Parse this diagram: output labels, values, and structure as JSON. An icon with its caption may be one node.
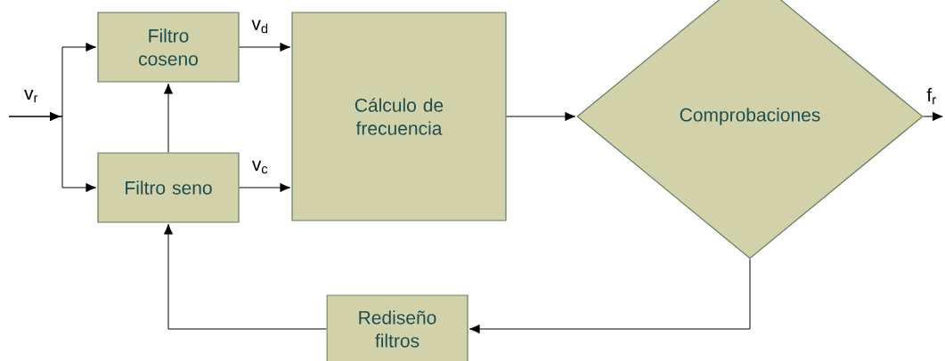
{
  "diagram": {
    "nodes": [
      {
        "text": [
          "Filtro coseno"
        ]
      },
      {
        "text": [
          "Filtro seno"
        ]
      },
      {
        "text": [
          "Cálculo de frecuencia"
        ]
      },
      {
        "text": [
          "Comprobaciones"
        ]
      },
      {
        "text": [
          "Rediseño filtros"
        ]
      }
    ],
    "edges": [
      {
        "from": null,
        "to": 0,
        "arrow": "to",
        "label": "v$_{r}$"
      },
      {
        "from": null,
        "to": 1,
        "arrow": "to"
      },
      {
        "from": 1,
        "to": 0,
        "arrow": "to"
      },
      {
        "from": 0,
        "to": 2,
        "arrow": "to",
        "label": "v$_{d}$"
      },
      {
        "from": 1,
        "to": 2,
        "arrow": "to",
        "label": "v$_{c}$"
      },
      {
        "from": 2,
        "to": 3,
        "arrow": "to"
      },
      {
        "from": 3,
        "to": null,
        "arrow": "to",
        "label": "f$_{r}$"
      },
      {
        "from": 3,
        "to": 4,
        "arrow": "to"
      },
      {
        "from": 4,
        "to": 1,
        "arrow": "to"
      }
    ]
  }
}
